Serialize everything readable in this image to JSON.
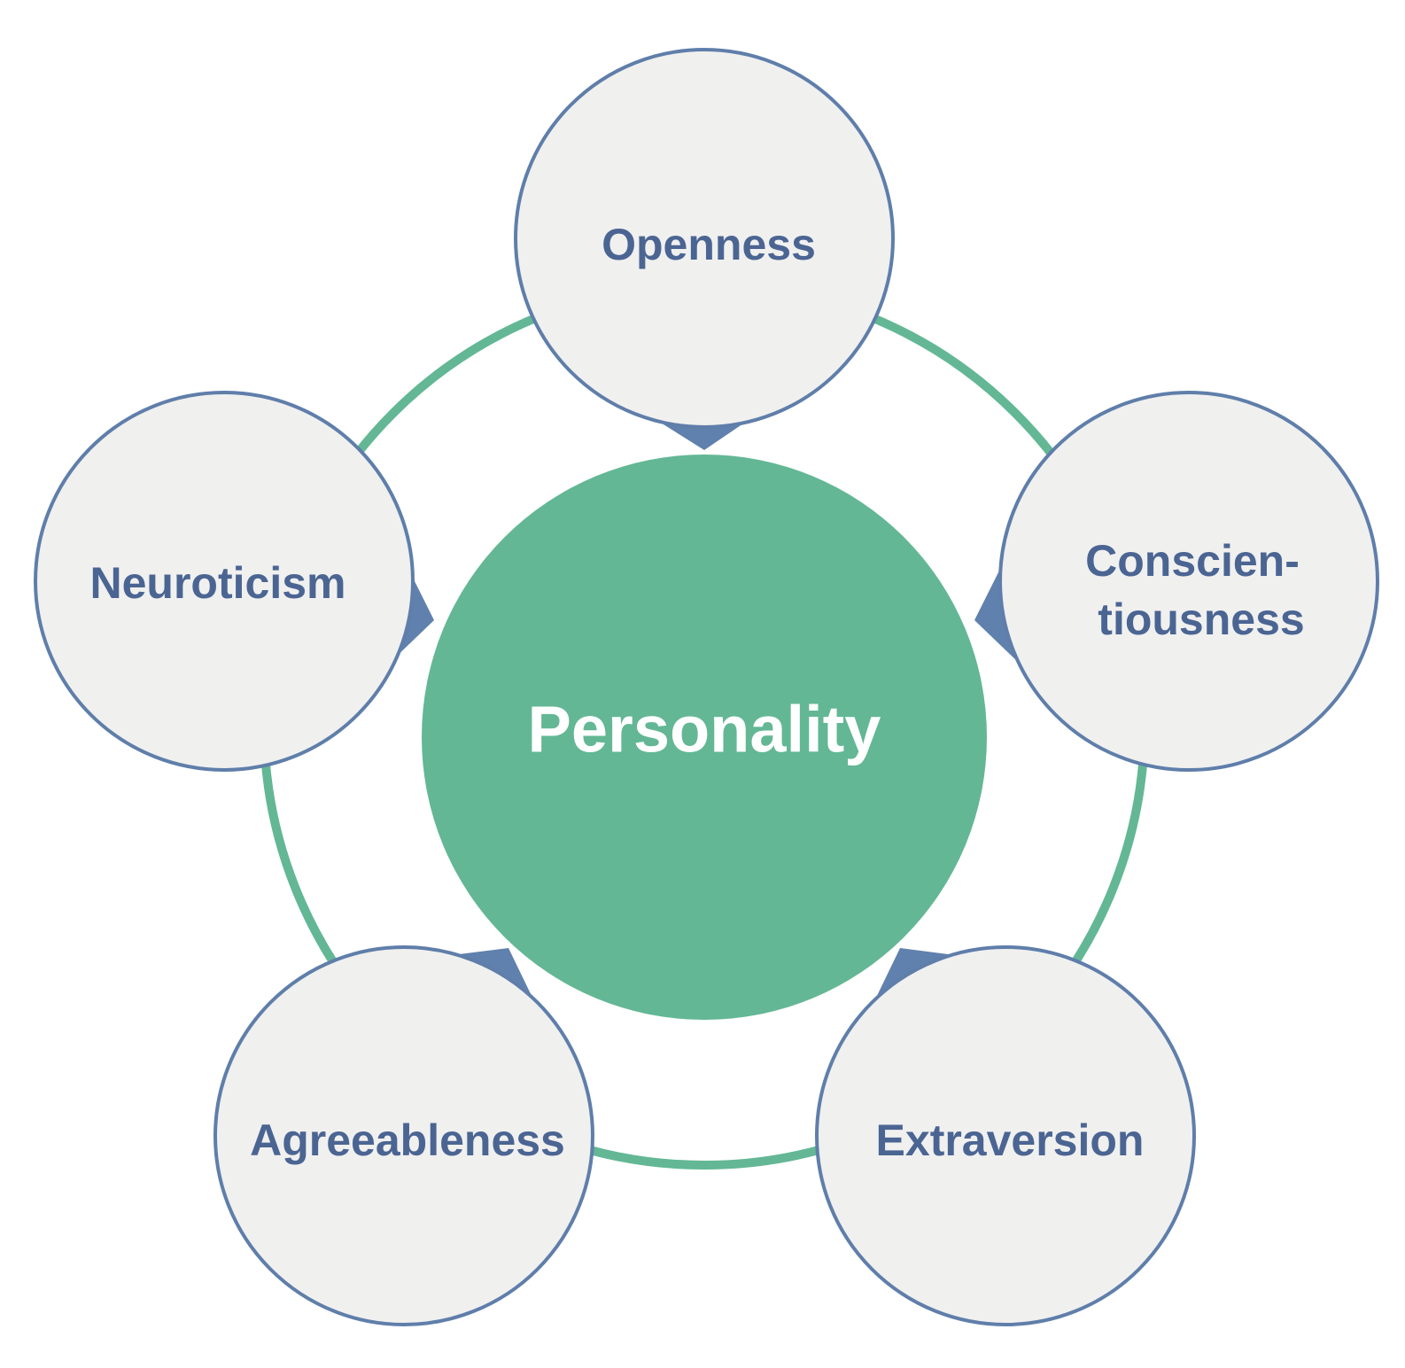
{
  "colors": {
    "ring": "#63b795",
    "center_fill": "#63b795",
    "center_text": "#ffffff",
    "node_fill": "#f0f0ef",
    "node_stroke": "#5f7eaa",
    "node_text": "#4b6593",
    "pointer": "#6081ad"
  },
  "center": {
    "label": "Personality"
  },
  "traits": {
    "openness": {
      "label": "Openness"
    },
    "conscientiousness": {
      "line1": "Conscien-",
      "line2": "tiousness"
    },
    "extraversion": {
      "label": "Extraversion"
    },
    "agreeableness": {
      "label": "Agreeableness"
    },
    "neuroticism": {
      "label": "Neuroticism"
    }
  }
}
